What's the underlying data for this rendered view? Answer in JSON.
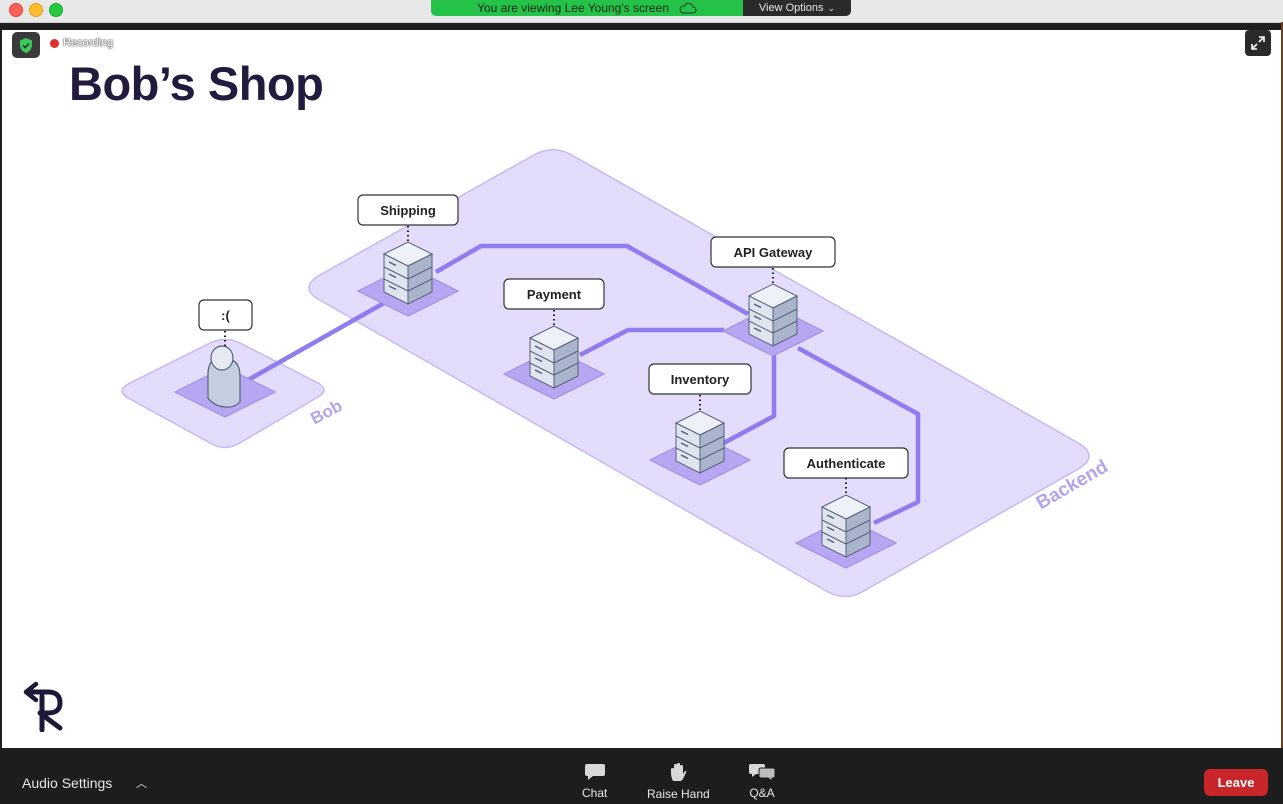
{
  "banner": {
    "sharing_text": "You are viewing Lee Young's screen",
    "view_options_label": "View Options"
  },
  "screen": {
    "recording_label": "Recording",
    "slide_title": "Bob’s Shop"
  },
  "diagram": {
    "zone_labels": {
      "bob": "Bob",
      "backend": "Backend"
    },
    "node_labels": {
      "user": ":(",
      "shipping": "Shipping",
      "payment": "Payment",
      "api_gateway": "API Gateway",
      "inventory": "Inventory",
      "authenticate": "Authenticate"
    },
    "colors": {
      "zone_fill": "#e4dcfb",
      "zone_stroke": "#c7b8f2",
      "link": "#8f7df0"
    }
  },
  "toolbar": {
    "audio_settings_label": "Audio Settings",
    "chat_label": "Chat",
    "raise_hand_label": "Raise Hand",
    "qa_label": "Q&A",
    "leave_label": "Leave"
  },
  "icons": [
    "shield-check-icon",
    "cloud-icon",
    "expand-icon",
    "chat-icon",
    "raise-hand-icon",
    "qa-icon",
    "chevron-up-icon",
    "chevron-down-icon",
    "server-icon",
    "person-icon"
  ]
}
